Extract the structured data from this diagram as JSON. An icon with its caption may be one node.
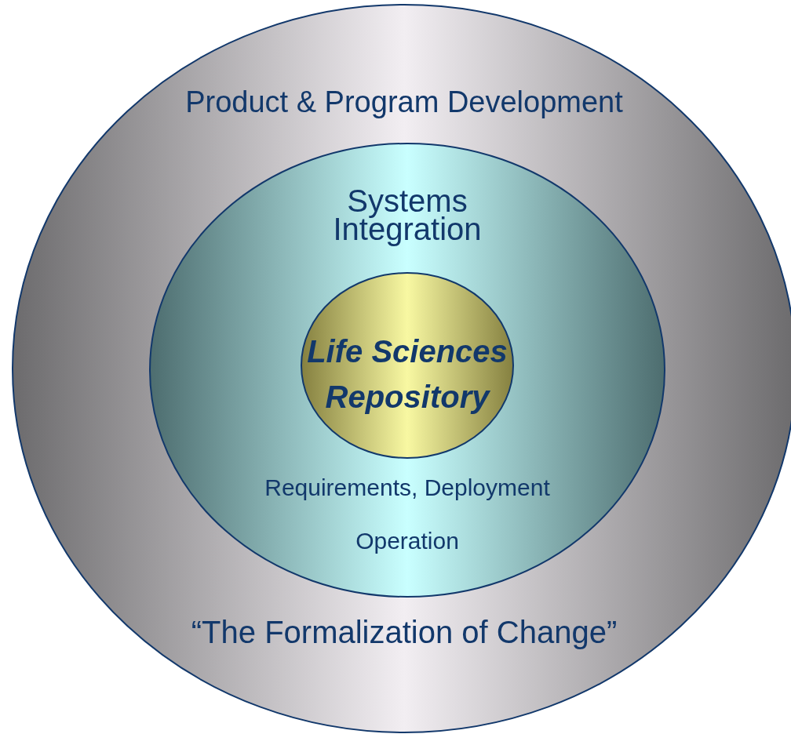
{
  "diagram": {
    "nodes": [
      {
        "text": [
          "Product & Program Development",
          "“The Formalization of Change”"
        ]
      },
      {
        "text": [
          "Systems Integration",
          "Requirements, Deployment",
          "Operation"
        ],
        "in": 0
      },
      {
        "text": [
          "Life Sciences Repository"
        ],
        "in": 1
      }
    ]
  }
}
